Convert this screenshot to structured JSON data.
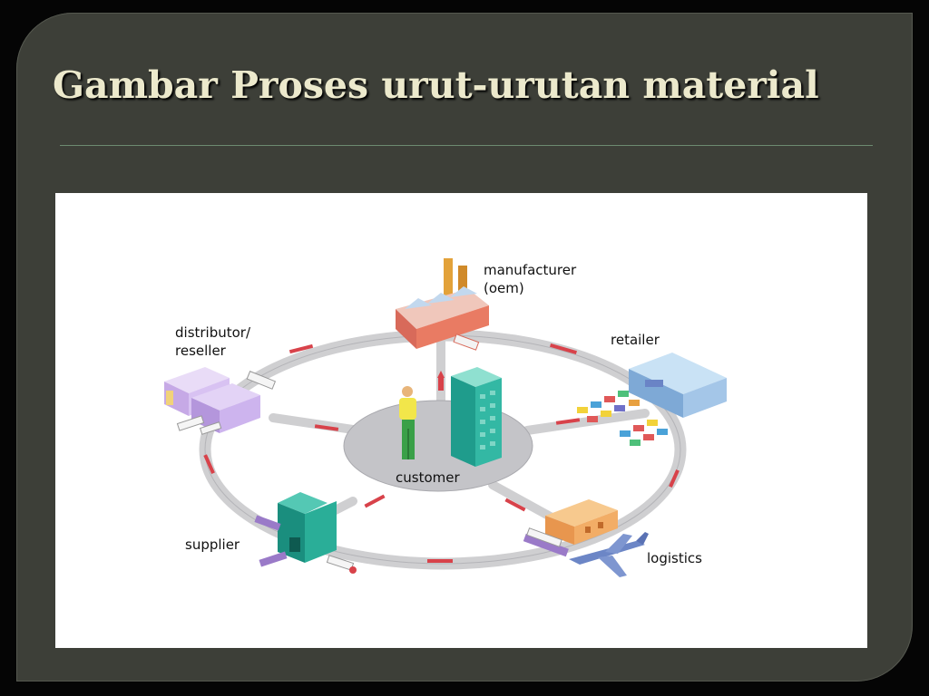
{
  "slide": {
    "title": "Gambar Proses urut-urutan material"
  },
  "diagram": {
    "nodes": {
      "manufacturer": "manufacturer\n(oem)",
      "distributor": "distributor/\nreseller",
      "retailer": "retailer",
      "customer": "customer",
      "supplier": "supplier",
      "logistics": "logistics"
    }
  }
}
